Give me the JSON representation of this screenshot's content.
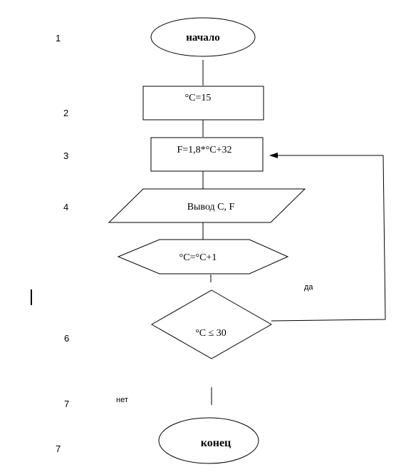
{
  "steps": {
    "start": "начало",
    "init": "°C=15",
    "formula": "F=1,8*°C+32",
    "output": "Вывод C, F",
    "increment": "°C=°C+1",
    "condition": "°C ≤ 30",
    "end": "конец"
  },
  "step_numbers": {
    "n1": "1",
    "n2": "2",
    "n3": "3",
    "n4": "4",
    "n6": "6",
    "n7a": "7",
    "n7b": "7"
  },
  "branches": {
    "yes": "да",
    "no": "нет"
  }
}
